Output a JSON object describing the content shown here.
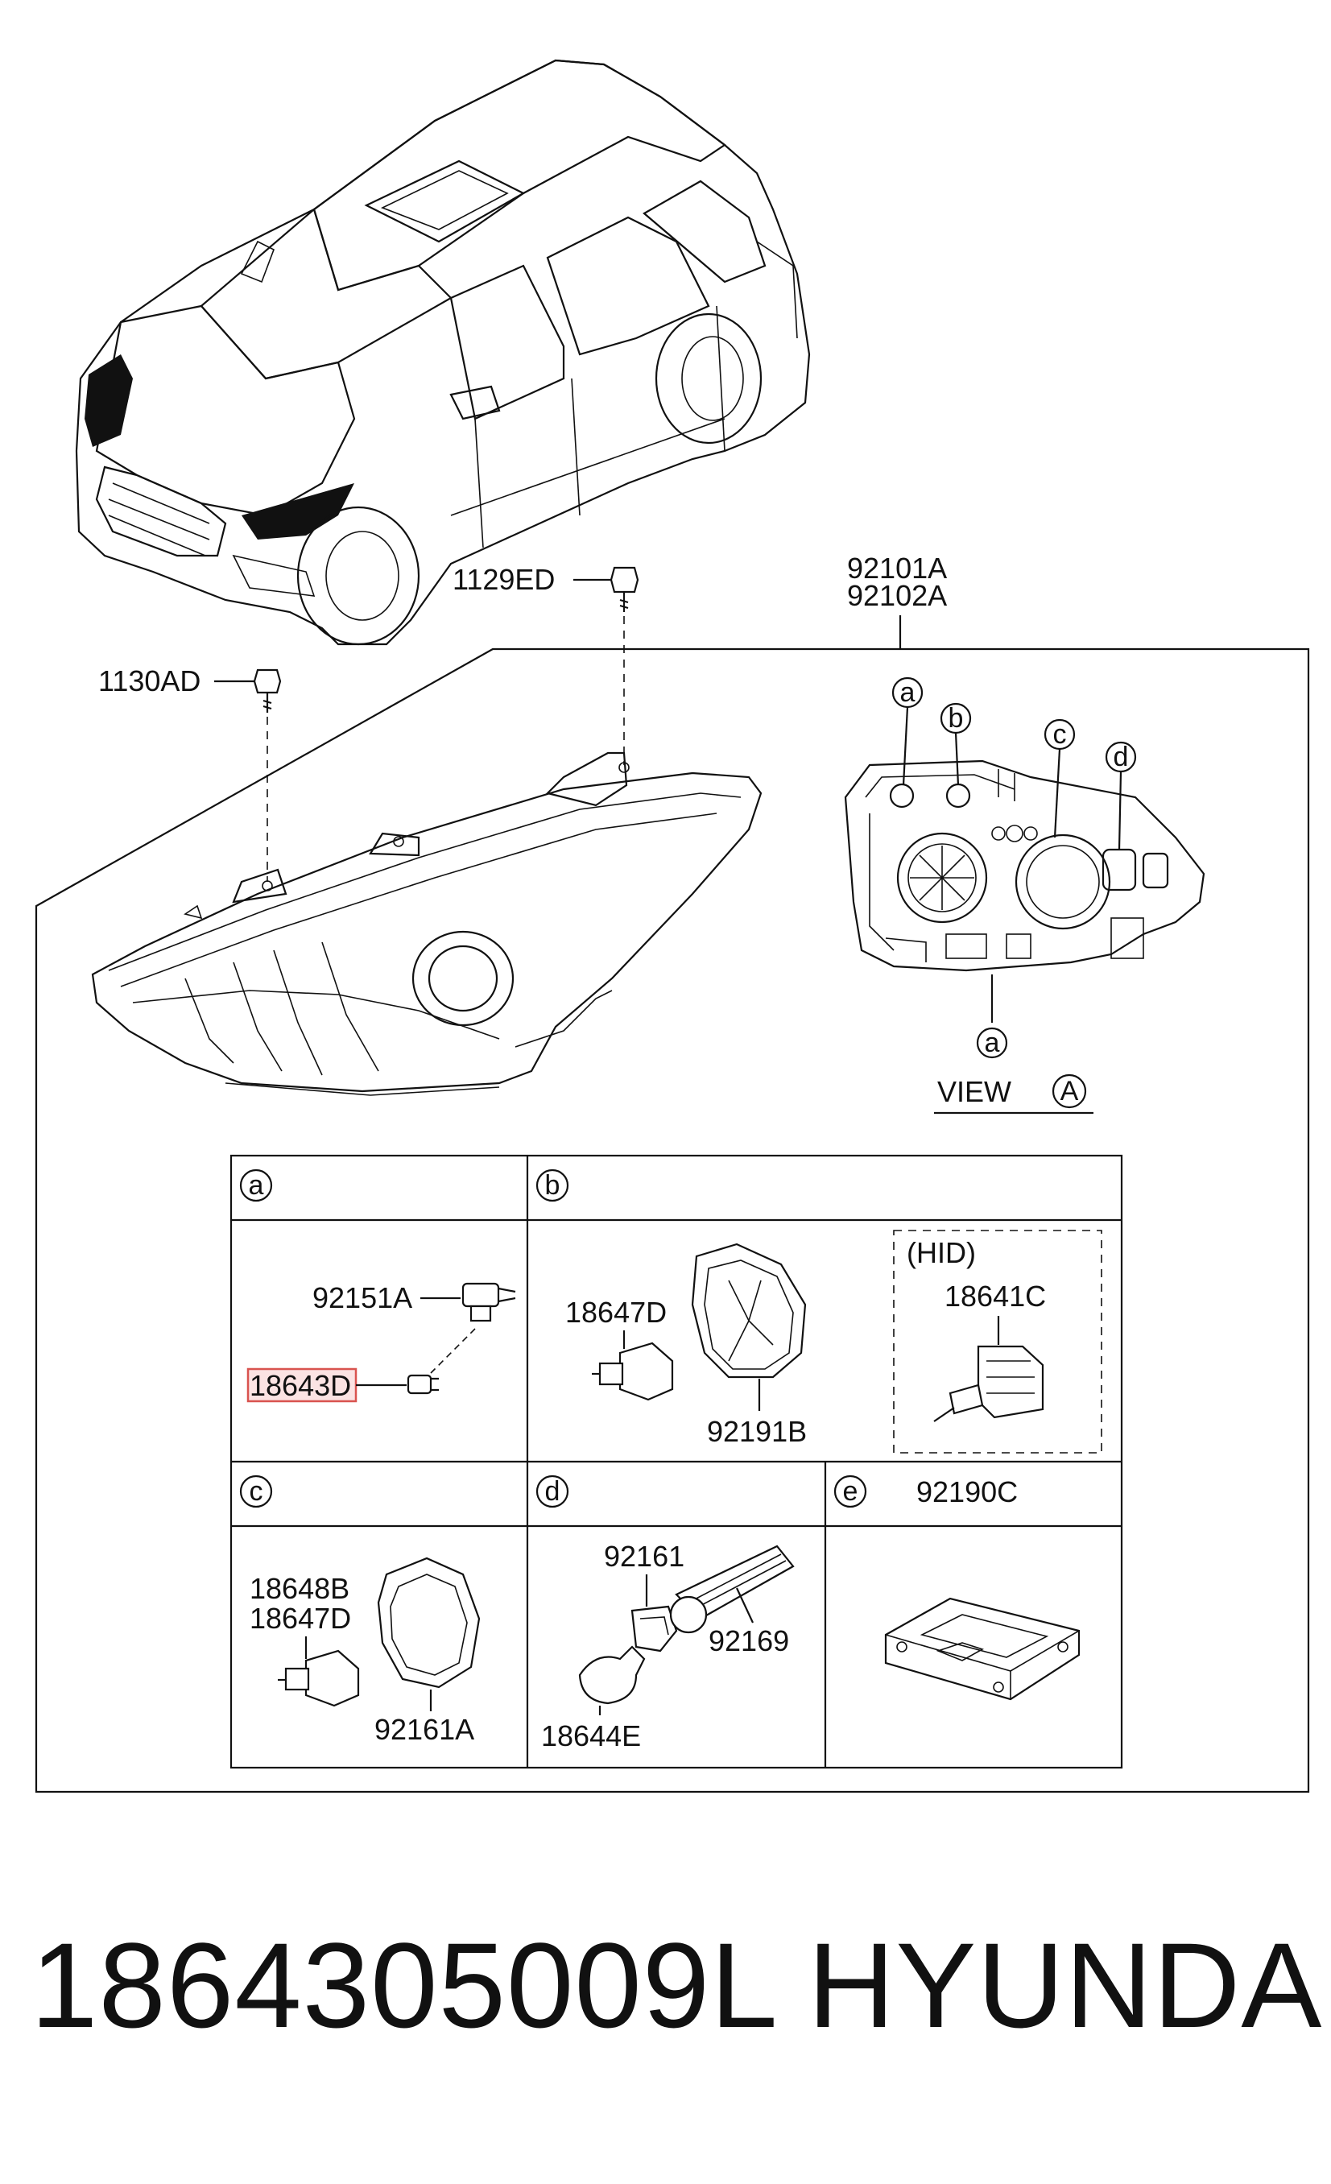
{
  "callouts": {
    "c1129ED": "1129ED",
    "c1130AD": "1130AD",
    "c92101A": "92101A",
    "c92102A": "92102A",
    "view": "VIEW",
    "view_letter": "A"
  },
  "cells": {
    "a": "a",
    "b": "b",
    "c": "c",
    "d": "d",
    "e": "e",
    "e_part": "92190C"
  },
  "parts": {
    "p92151A": "92151A",
    "p18643D": "18643D",
    "p18647D_b": "18647D",
    "p92191B": "92191B",
    "hid": "(HID)",
    "p18641C": "18641C",
    "p18648B": "18648B",
    "p18647D_c": "18647D",
    "p92161A": "92161A",
    "p92161": "92161",
    "p92169": "92169",
    "p18644E": "18644E"
  },
  "footer": {
    "part_number": "1864305009L",
    "brand": "HYUNDAI"
  },
  "colors": {
    "highlight_border": "#d9534f",
    "highlight_fill": "#fbe3e3"
  }
}
